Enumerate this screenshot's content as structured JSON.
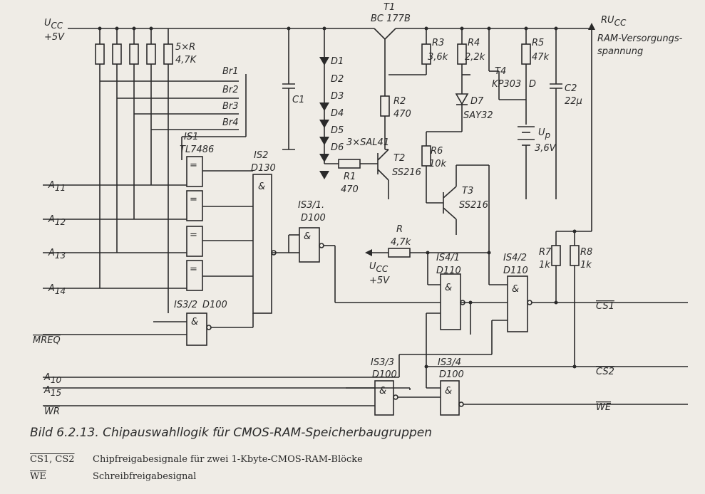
{
  "caption": "Bild 6.2.13. Chipauswahllogik für CMOS-RAM-Speicherbaugruppen",
  "legend": [
    {
      "term": "CS1, CS2",
      "desc": "Chipfreigabesignale für zwei 1-Kbyte-CMOS-RAM-Blöcke"
    },
    {
      "term": "WE",
      "desc": "Schreibfreigabesignal"
    }
  ],
  "labels": {
    "ucc1": "U",
    "ucc1_sub": "CC",
    "ucc1_v": "+5V",
    "rucc": "RU",
    "rucc_sub": "CC",
    "ram_supply1": "RAM-Versorgungs-",
    "ram_supply2": "spannung",
    "t1": "T1",
    "t1_type": "BC 177B",
    "r5x": "5×R",
    "r5x_val": "4,7K",
    "br1": "Br1",
    "br2": "Br2",
    "br3": "Br3",
    "br4": "Br4",
    "c1": "C1",
    "d1": "D1",
    "d2": "D2",
    "d3": "D3",
    "d4": "D4",
    "d5": "D5",
    "d6": "D6",
    "sal": "3×SAL41",
    "r1": "R1",
    "r1_val": "470",
    "r2": "R2",
    "r2_val": "470",
    "r3": "R3",
    "r3_val": "3,6k",
    "r4": "R4",
    "r4_val": "2,2k",
    "r5": "R5",
    "r5_val": "47k",
    "t4": "T4",
    "t4_type": "KP303",
    "t4_d": "D",
    "c2": "C2",
    "c2_val": "22µ",
    "d7": "D7",
    "d7_type": "SAY32",
    "up": "U",
    "up_sub": "p",
    "up_val": "3,6V",
    "t2": "T2",
    "t2_type": "SS216",
    "r6": "R6",
    "r6_val": "10k",
    "t3": "T3",
    "t3_type": "SS216",
    "is1": "IS1",
    "is1_type": "TL7486",
    "is2": "IS2",
    "is2_type": "D130",
    "is31": "IS3/1.",
    "is31_type": "D100",
    "is32": "IS3/2",
    "is32_type": "D100",
    "is33": "IS3/3",
    "is33_type": "D100",
    "is34": "IS3/4",
    "is34_type": "D100",
    "is41": "IS4/1",
    "is41_type": "D110",
    "is42": "IS4/2",
    "is42_type": "D110",
    "r": "R",
    "r_val": "4,7k",
    "ucc2": "U",
    "ucc2_sub": "CC",
    "ucc2_v": "+5V",
    "r7": "R7",
    "r7_val": "1k",
    "r8": "R8",
    "r8_val": "1k",
    "a11": "A",
    "a11_sub": "11",
    "a12": "A",
    "a12_sub": "12",
    "a13": "A",
    "a13_sub": "13",
    "a14": "A",
    "a14_sub": "14",
    "a10": "A",
    "a10_sub": "10",
    "a15": "A",
    "a15_sub": "15",
    "mreq": "MREQ",
    "wr": "WR",
    "cs1": "CS1",
    "cs2": "CS2",
    "we": "WE",
    "amp": "&",
    "eq": "="
  }
}
